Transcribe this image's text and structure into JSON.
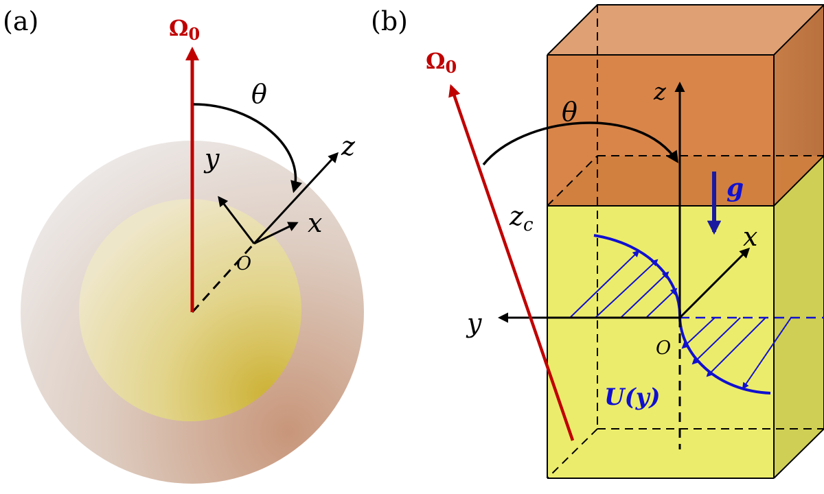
{
  "panels": {
    "a": {
      "label": "(a)",
      "omega": "Ω",
      "omega_sub": "0",
      "theta": "θ",
      "axis_x": "x",
      "axis_y": "y",
      "axis_z": "z",
      "origin": "O"
    },
    "b": {
      "label": "(b)",
      "omega": "Ω",
      "omega_sub": "0",
      "theta": "θ",
      "axis_x": "x",
      "axis_y": "y",
      "axis_z": "z",
      "origin": "O",
      "zc_main": "z",
      "zc_sub": "c",
      "gravity": "g",
      "profile": "U(y)"
    }
  },
  "colors": {
    "omega_red": "#c00000",
    "flow_blue": "#1010d0",
    "upper_layer": "#d9854a",
    "lower_layer": "#ecec6c",
    "core": "#d8c24a",
    "shell": "#e6dcd4"
  }
}
